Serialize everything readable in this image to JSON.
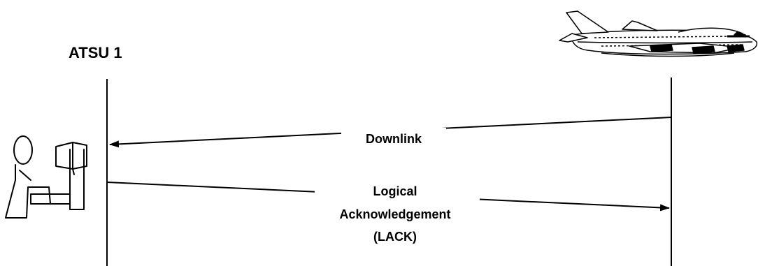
{
  "station_label": "ATSU 1",
  "messages": {
    "downlink": "Downlink",
    "lack_line1": "Logical",
    "lack_line2": "Acknowledgement",
    "lack_line3": "(LACK)"
  },
  "icons": {
    "left": "controller-workstation-icon",
    "right": "airliner-icon"
  }
}
